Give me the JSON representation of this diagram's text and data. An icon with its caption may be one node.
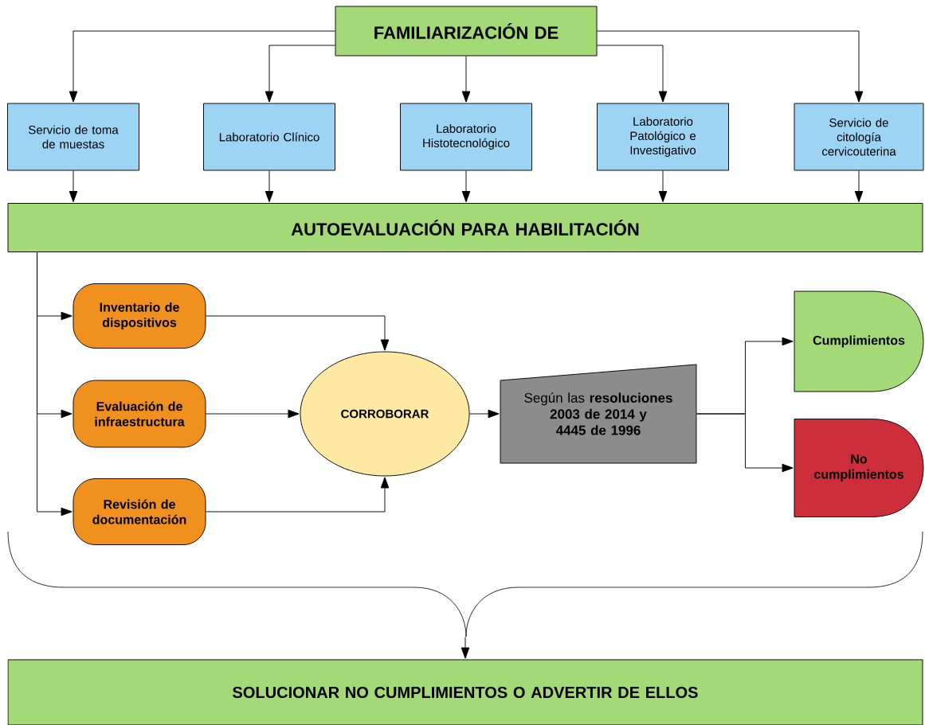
{
  "diagram": {
    "nodes": [
      {
        "text": [
          "FAMILIARIZACIÓN DE"
        ]
      },
      {
        "text": [
          "Servicio de toma de muestas"
        ]
      },
      {
        "text": [
          "Laboratorio Clínico"
        ]
      },
      {
        "text": [
          "Laboratorio Histotecnológico"
        ]
      },
      {
        "text": [
          "Laboratorio Patológico e Investigativo"
        ]
      },
      {
        "text": [
          "Servicio de citología cervicouterina"
        ]
      },
      {
        "text": [
          "AUTOEVALUACIÓN PARA HABILITACIÓN"
        ]
      },
      {
        "text": [
          "Inventario de dispositivos"
        ]
      },
      {
        "text": [
          "Evaluación de infraestructura"
        ]
      },
      {
        "text": [
          "Revisión de documentación"
        ]
      },
      {
        "text": [
          "CORROBORAR"
        ]
      },
      {
        "text": [
          "Según las **resoluciones 2003 de 2014 y 4445 de 1996**"
        ]
      },
      {
        "text": [
          "Cumplimientos"
        ]
      },
      {
        "text": [
          "No cumplimientos"
        ]
      },
      {
        "text": [],
        "shape": "brace"
      },
      {
        "text": [
          "SOLUCIONAR NO CUMPLIMIENTOS O ADVERTIR DE ELLOS"
        ]
      }
    ],
    "edges": [
      {
        "from": 0,
        "to": 1,
        "arrow": "to"
      },
      {
        "from": 0,
        "to": 2,
        "arrow": "to"
      },
      {
        "from": 0,
        "to": 3,
        "arrow": "to"
      },
      {
        "from": 0,
        "to": 4,
        "arrow": "to"
      },
      {
        "from": 0,
        "to": 5,
        "arrow": "to"
      },
      {
        "from": 1,
        "to": 6,
        "arrow": "to"
      },
      {
        "from": 2,
        "to": 6,
        "arrow": "to"
      },
      {
        "from": 3,
        "to": 6,
        "arrow": "to"
      },
      {
        "from": 4,
        "to": 6,
        "arrow": "to"
      },
      {
        "from": 5,
        "to": 6,
        "arrow": "to"
      },
      {
        "from": 6,
        "to": 7,
        "arrow": "to"
      },
      {
        "from": 6,
        "to": 8,
        "arrow": "to"
      },
      {
        "from": 6,
        "to": 9,
        "arrow": "to"
      },
      {
        "from": 7,
        "to": 10,
        "arrow": "to"
      },
      {
        "from": 8,
        "to": 10,
        "arrow": "to"
      },
      {
        "from": 9,
        "to": 10,
        "arrow": "to"
      },
      {
        "from": 10,
        "to": 11,
        "arrow": "to"
      },
      {
        "from": 11,
        "to": 12,
        "arrow": "to"
      },
      {
        "from": 11,
        "to": 13,
        "arrow": "to"
      },
      {
        "from": 14,
        "to": 15,
        "arrow": "to"
      }
    ]
  }
}
